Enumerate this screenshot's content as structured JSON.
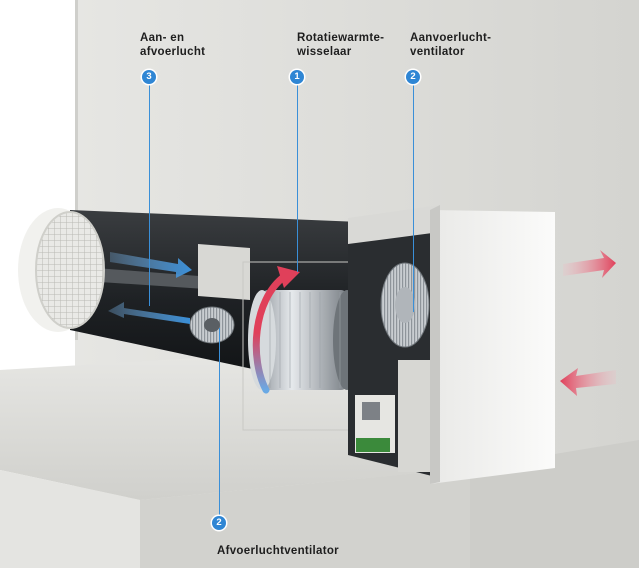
{
  "callouts": [
    {
      "number": "3",
      "label_line1": "Aan- en",
      "label_line2": "afvoerlucht"
    },
    {
      "number": "1",
      "label_line1": "Rotatiewarmte-",
      "label_line2": "wisselaar"
    },
    {
      "number": "2",
      "label_line1": "Aanvoerlucht-",
      "label_line2": "ventilator"
    },
    {
      "number": "2",
      "label_line1": "Afvoerluchtventilator"
    }
  ],
  "colors": {
    "callout_blue": "#2f86d4",
    "arrow_red": "#e0405a",
    "arrow_blue": "#3a8fd8",
    "wall": "#dcdcd8",
    "housing": "#f3f3f1"
  },
  "icons": [
    "outdoor-air-arrow-icon",
    "indoor-air-arrow-icon",
    "rotation-arrow-icon"
  ]
}
